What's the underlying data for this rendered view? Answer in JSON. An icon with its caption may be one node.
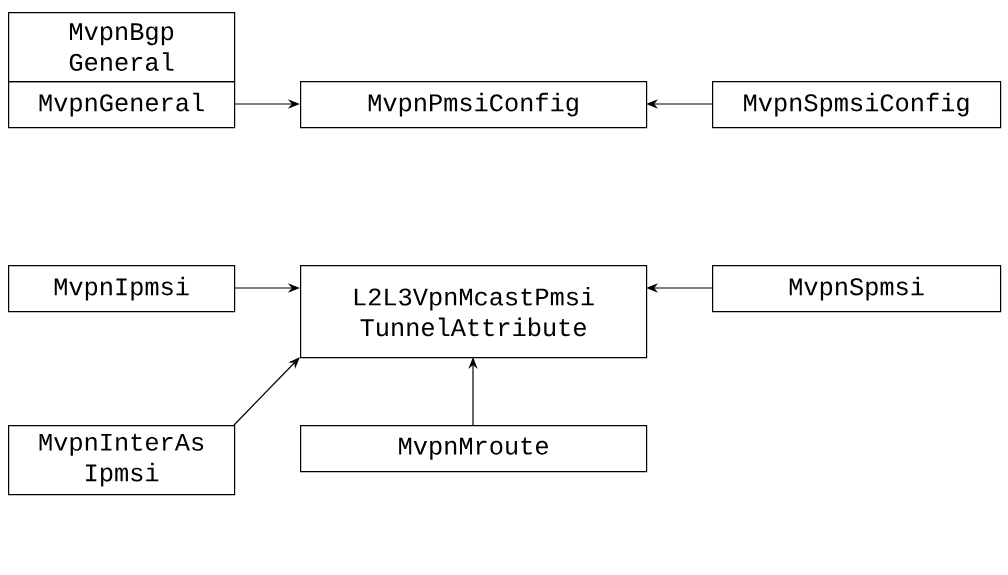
{
  "diagram": {
    "nodes": [
      {
        "text": [
          "MvpnBgp General"
        ]
      },
      {
        "text": [
          "MvpnGeneral"
        ]
      },
      {
        "text": [
          "MvpnPmsiConfig"
        ]
      },
      {
        "text": [
          "MvpnSpmsiConfig"
        ]
      },
      {
        "text": [
          "MvpnIpmsi"
        ]
      },
      {
        "text": [
          "L2L3VpnMcastPmsi TunnelAttribute"
        ]
      },
      {
        "text": [
          "MvpnSpmsi"
        ]
      },
      {
        "text": [
          "MvpnInterAs Ipmsi"
        ]
      },
      {
        "text": [
          "MvpnMroute"
        ]
      }
    ],
    "edges": [
      {
        "from": 1,
        "to": 2,
        "arrow": "to"
      },
      {
        "from": 3,
        "to": 2,
        "arrow": "to"
      },
      {
        "from": 4,
        "to": 5,
        "arrow": "to"
      },
      {
        "from": 6,
        "to": 5,
        "arrow": "to"
      },
      {
        "from": 7,
        "to": 5,
        "arrow": "to"
      },
      {
        "from": 8,
        "to": 5,
        "arrow": "to"
      }
    ]
  }
}
